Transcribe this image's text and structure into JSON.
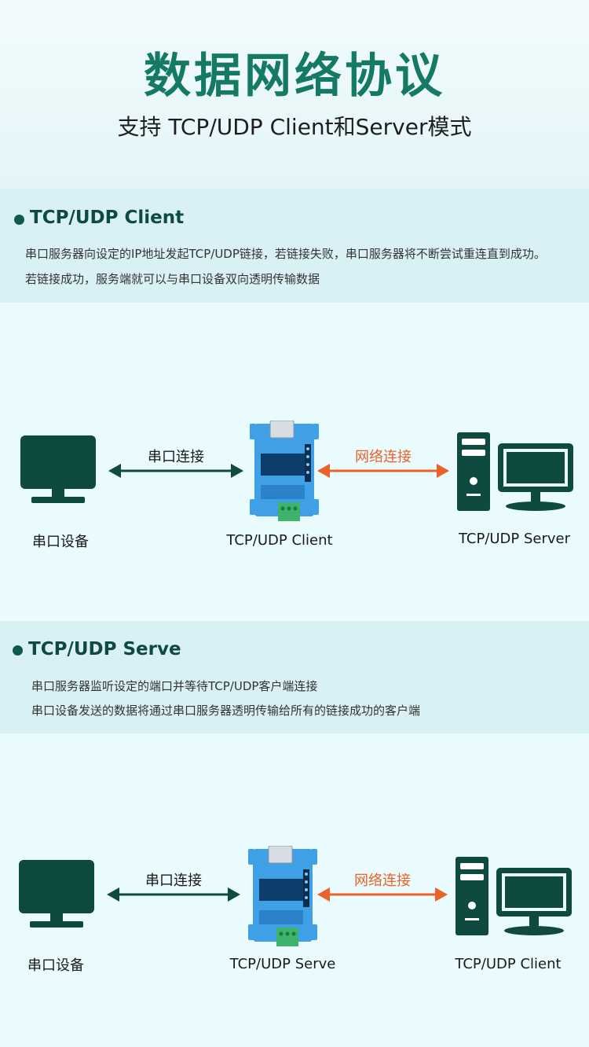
{
  "header": {
    "title": "数据网络协议",
    "subtitle": "支持 TCP/UDP Client和Server模式"
  },
  "colors": {
    "title_green": "#147a66",
    "icon_dark_green": "#0e4a40",
    "device_blue": "#3fa0e6",
    "serial_arrow": "#0e4a40",
    "network_arrow": "#e8622a"
  },
  "section1": {
    "heading": "TCP/UDP Client",
    "line1": "串口服务器向设定的IP地址发起TCP/UDP链接，若链接失败，串口服务器将不断尝试重连直到成功。",
    "line2": "若链接成功，服务端就可以与串口设备双向透明传输数据",
    "diagram": {
      "left_label": "串口设备",
      "serial_arrow_label": "串口连接",
      "center_label": "TCP/UDP Client",
      "network_arrow_label": "网络连接",
      "right_label": "TCP/UDP Server"
    }
  },
  "section2": {
    "heading": "TCP/UDP Serve",
    "line1": "串口服务器监听设定的端口并等待TCP/UDP客户端连接",
    "line2": "串口设备发送的数据将通过串口服务器透明传输给所有的链接成功的客户端",
    "diagram": {
      "left_label": "串口设备",
      "serial_arrow_label": "串口连接",
      "center_label": "TCP/UDP Serve",
      "network_arrow_label": "网络连接",
      "right_label": "TCP/UDP Client"
    }
  },
  "icons": {
    "monitor": "monitor-icon",
    "device": "serial-server-device-icon",
    "computer": "desktop-computer-icon"
  }
}
